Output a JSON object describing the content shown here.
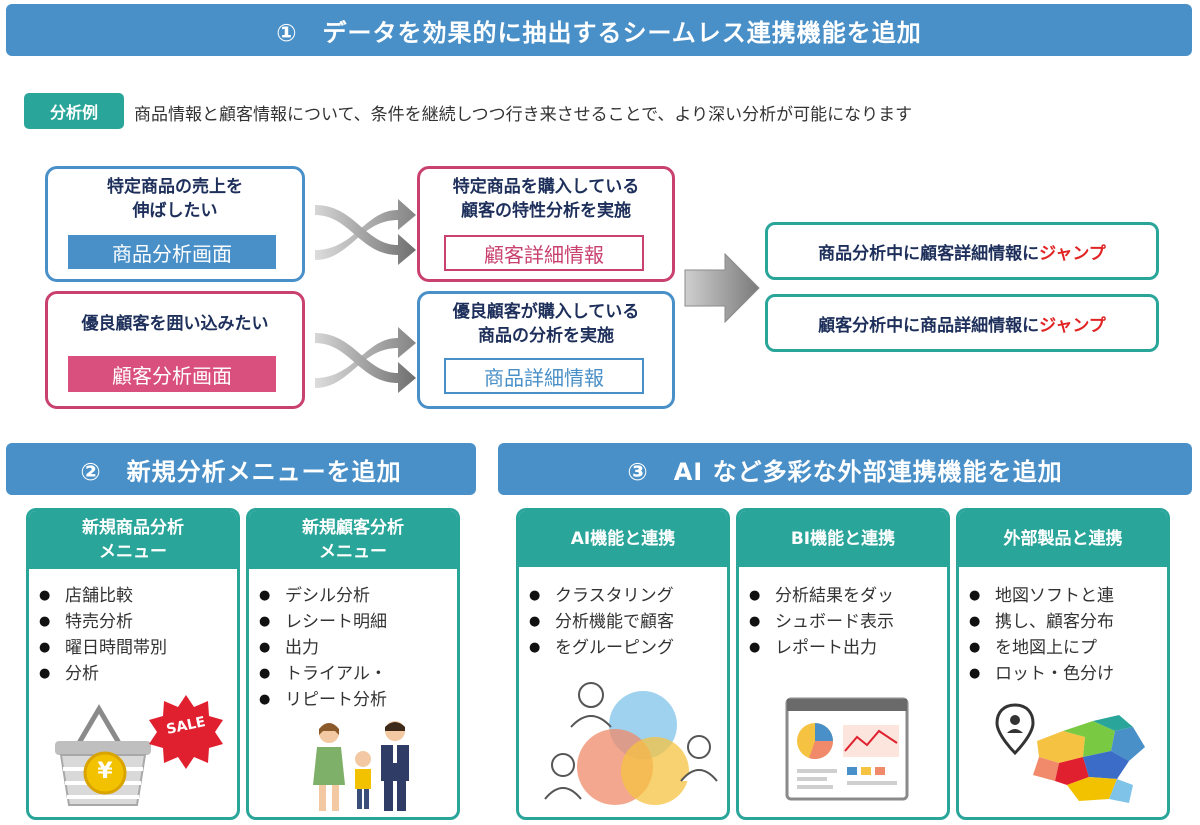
{
  "section1": {
    "title": "①　データを効果的に抽出するシームレス連携機能を追加",
    "badge": "分析例",
    "lead": "商品情報と顧客情報について、条件を継続しつつ行き来させることで、より深い分析が可能になります",
    "left_top": {
      "title_line1": "特定商品の売上を",
      "title_line2": "伸ばしたい",
      "button": "商品分析画面"
    },
    "left_bottom": {
      "title_line1": "優良顧客を囲い込みたい",
      "button": "顧客分析画面"
    },
    "mid_top": {
      "title_line1": "特定商品を購入している",
      "title_line2": "顧客の特性分析を実施",
      "button": "顧客詳細情報"
    },
    "mid_bottom": {
      "title_line1": "優良顧客が購入している",
      "title_line2": "商品の分析を実施",
      "button": "商品詳細情報"
    },
    "jump1": {
      "text": "商品分析中に顧客詳細情報に",
      "red": "ジャンプ"
    },
    "jump2": {
      "text": "顧客分析中に商品詳細情報に",
      "red": "ジャンプ"
    }
  },
  "section2": {
    "title": "②　新規分析メニューを追加",
    "card1": {
      "head_line1": "新規商品分析",
      "head_line2": "メニュー",
      "items": [
        "店舗比較",
        "特売分析",
        "曜日時間帯別",
        "分析"
      ],
      "sale": "SALE",
      "yen": "¥"
    },
    "card2": {
      "head_line1": "新規顧客分析",
      "head_line2": "メニュー",
      "items": [
        "デシル分析",
        "レシート明細",
        "出力",
        "トライアル・",
        "リピート分析"
      ]
    }
  },
  "section3": {
    "title": "③　AI など多彩な外部連携機能を追加",
    "card1": {
      "head": "AI機能と連携",
      "lines": [
        "クラスタリング",
        "分析機能で顧客",
        "をグルーピング"
      ]
    },
    "card2": {
      "head": "BI機能と連携",
      "lines": [
        "分析結果をダッ",
        "シュボード表示",
        "レポート出力"
      ]
    },
    "card3": {
      "head": "外部製品と連携",
      "lines": [
        "地図ソフトと連",
        "携し、顧客分布",
        "を地図上にプ",
        "ロット・色分け"
      ]
    }
  },
  "colors": {
    "blue": "#4a90c8",
    "teal": "#2aa59a",
    "pink": "#c9416f",
    "red": "#e02424"
  }
}
